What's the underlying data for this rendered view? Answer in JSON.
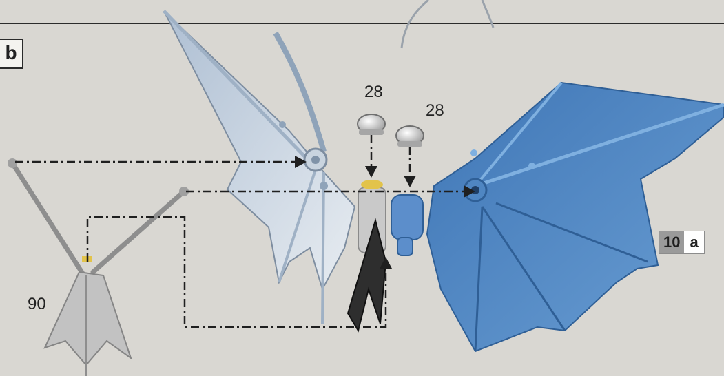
{
  "step": {
    "label": "b"
  },
  "quantities": [
    {
      "id": "cap-left",
      "value": "28"
    },
    {
      "id": "cap-right",
      "value": "28"
    },
    {
      "id": "tail-part",
      "value": "90"
    }
  ],
  "ref": {
    "number": "10",
    "letter": "a"
  },
  "colors": {
    "background": "#d9d7d2",
    "wing_silver": "#b9c6d6",
    "wing_blue": "#5b8fc9",
    "part_gray": "#b8b8b8",
    "yellow": "#e2c34a"
  }
}
